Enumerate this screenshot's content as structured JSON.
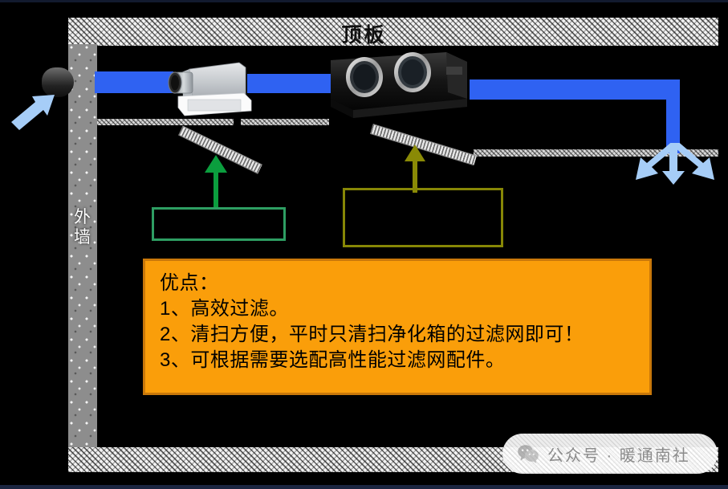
{
  "diagram": {
    "title_ceiling": "顶板",
    "label_wall": "外墙",
    "boxes": {
      "green": {
        "label": ""
      },
      "olive": {
        "label": ""
      }
    },
    "equipment": {
      "purifier": "ceiling-purification-box",
      "hrv": "heat-recovery-ventilator"
    },
    "airflow": {
      "intake_arrow": "fresh-air-intake",
      "supply_arrows": [
        "supply-left",
        "supply-down",
        "supply-right"
      ],
      "duct_color": "#2f62f2"
    },
    "colors": {
      "duct_blue": "#2f62f2",
      "arrow_blue": "#a6cdf7",
      "panel_orange": "#fa9e0a",
      "panel_border": "#c9780a",
      "green_box": "#2e9e63",
      "green_arrow": "#0b9e3e",
      "olive_box": "#878706",
      "olive_arrow": "#8a8a06",
      "wall_gray": "#8d8d8d",
      "background": "#000000",
      "frame_navy": "#1b2540"
    }
  },
  "panel_pros": {
    "heading": "优点：",
    "items": [
      "1、高效过滤。",
      "2、清扫方便，平时只清扫净化箱的过滤网即可！",
      "3、可根据需要选配高性能过滤网配件。"
    ]
  },
  "watermark": {
    "text": "公众号 · 暖通南社",
    "icon": "wechat-icon",
    "ghost_text": ""
  }
}
